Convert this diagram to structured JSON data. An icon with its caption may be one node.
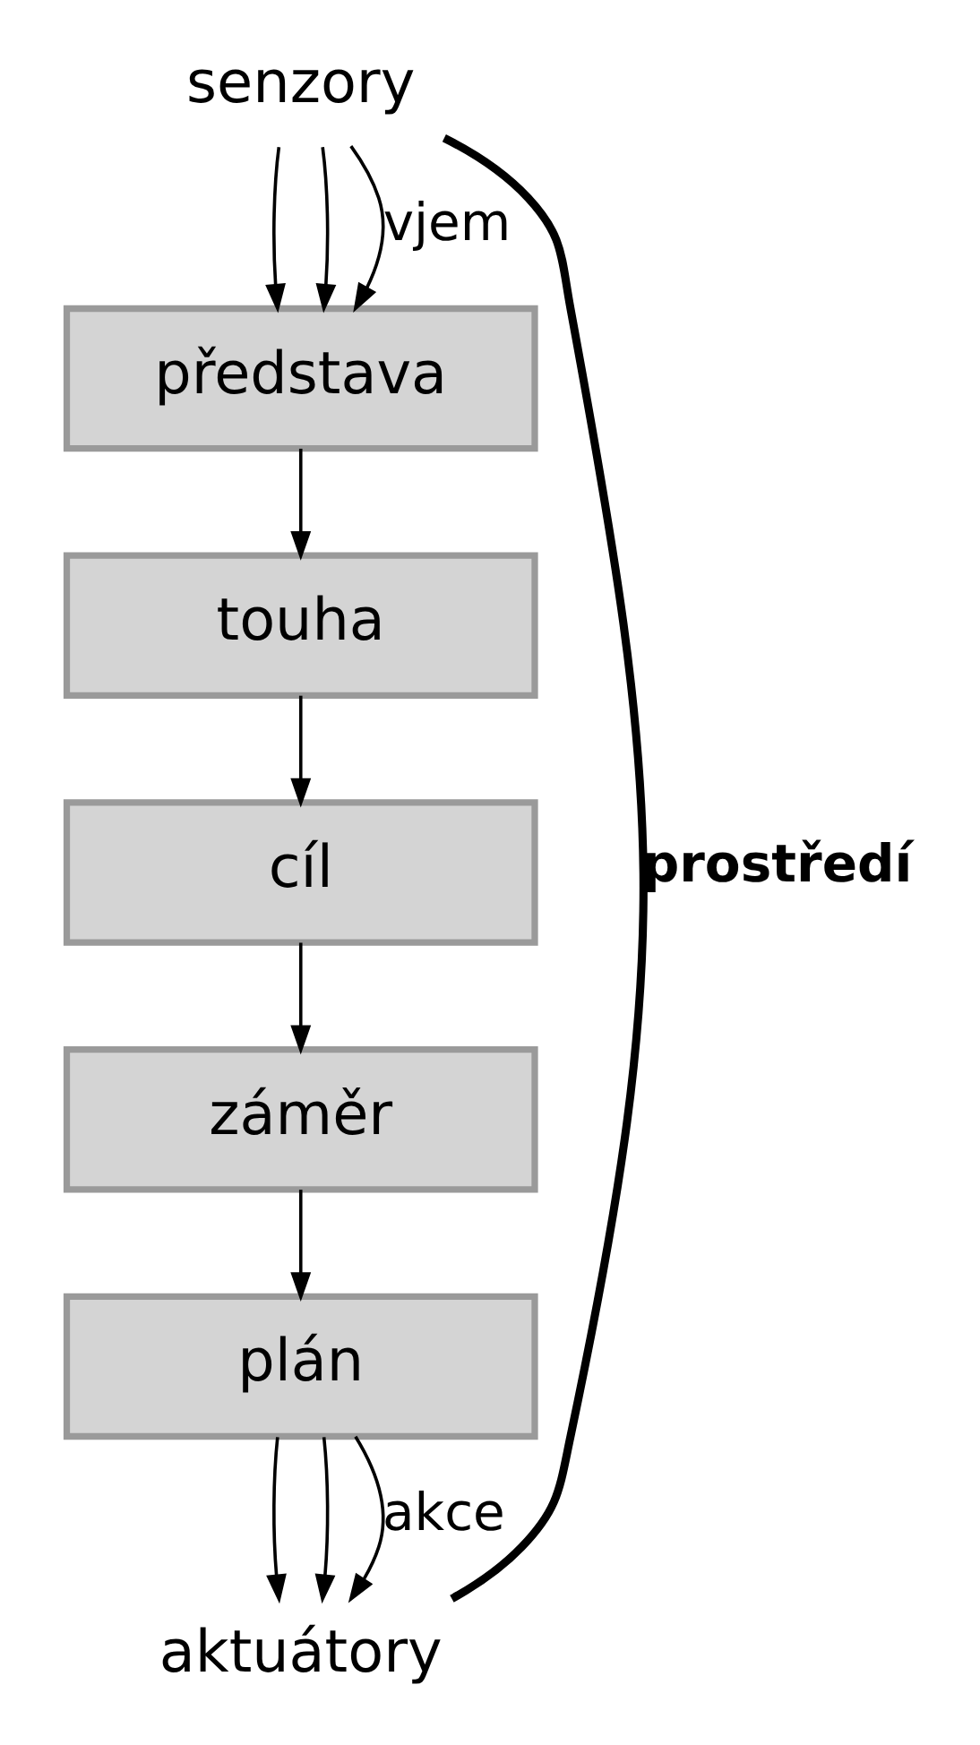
{
  "diagram": {
    "nodes": [
      {
        "text": [
          "senzory"
        ]
      },
      {
        "text": [
          "představa"
        ]
      },
      {
        "text": [
          "touha"
        ]
      },
      {
        "text": [
          "cíl"
        ]
      },
      {
        "text": [
          "záměr"
        ]
      },
      {
        "text": [
          "plán"
        ]
      },
      {
        "text": [
          "aktuátory"
        ]
      }
    ],
    "edges": [
      {
        "from": 0,
        "to": 1,
        "arrow": "to"
      },
      {
        "from": 0,
        "to": 1,
        "arrow": "to"
      },
      {
        "from": 0,
        "to": 1,
        "arrow": "to",
        "label": "vjem"
      },
      {
        "from": 1,
        "to": 2,
        "arrow": "to"
      },
      {
        "from": 2,
        "to": 3,
        "arrow": "to"
      },
      {
        "from": 3,
        "to": 4,
        "arrow": "to"
      },
      {
        "from": 4,
        "to": 5,
        "arrow": "to"
      },
      {
        "from": 5,
        "to": 6,
        "arrow": "to"
      },
      {
        "from": 5,
        "to": 6,
        "arrow": "to"
      },
      {
        "from": 5,
        "to": 6,
        "arrow": "to",
        "label": "akce"
      },
      {
        "from": 6,
        "to": 0,
        "arrow": "none",
        "style": "thick",
        "label": "prostředí"
      }
    ]
  }
}
